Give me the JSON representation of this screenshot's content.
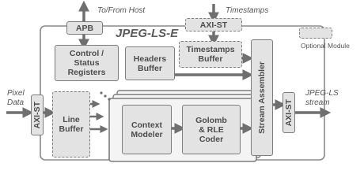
{
  "labels": {
    "host": "To/From Host",
    "timestamps": "Timestamps",
    "pixel_data": [
      "Pixel",
      "Data"
    ],
    "output": [
      "JPEG-LS",
      "stream"
    ],
    "title": "JPEG-LS-E",
    "optional": "Optional Module"
  },
  "blocks": {
    "apb": "APB",
    "axi_st_top": "AXI-ST",
    "axi_st_in": "AXI-ST",
    "axi_st_out": "AXI-ST",
    "control": [
      "Control /",
      "Status",
      "Registers"
    ],
    "headers": [
      "Headers",
      "Buffer"
    ],
    "timestamps_buffer": [
      "Timestamps",
      "Buffer"
    ],
    "line_buffer": [
      "Line",
      "Buffer"
    ],
    "context_modeler": [
      "Context",
      "Modeler"
    ],
    "golomb": [
      "Golomb",
      "& RLE",
      "Coder"
    ],
    "stream_assembler": "Stream Assembler"
  },
  "colors": {
    "fill": "#e3e3e3",
    "border": "#7c7c7c",
    "arrow": "#6f6f6f",
    "text": "#4d4d4d"
  }
}
